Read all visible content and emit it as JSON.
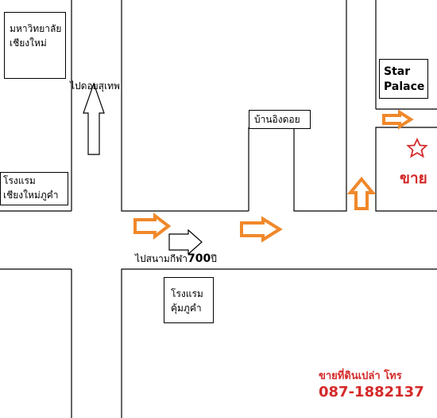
{
  "colors": {
    "road_line": "#000000",
    "route_arrow": "#f0882a",
    "sale_red": "#d42a2a"
  },
  "places": {
    "university": {
      "line1": "มหาวิทยาลัย",
      "line2": "เชียงใหม่"
    },
    "to_doi_suthep": "ไปดอยสุเทพ",
    "hotel_phu_kham": {
      "line1": "โรงแรม",
      "line2": "เชียงใหม่ภูคำ"
    },
    "ban_ing_doi": "บ้านอิงดอย",
    "star_palace": {
      "line1": "Star",
      "line2": "Palace"
    },
    "sale_marker": {
      "icon": "star-icon",
      "text": "ขาย"
    },
    "stadium": {
      "text": "ไปสนามกีฬา",
      "number": "700",
      "suffix": "ปี"
    },
    "hotel_khum_phu_kham": {
      "line1": "โรงแรม",
      "line2": "คุ้มภูคำ"
    }
  },
  "contact": {
    "line1": "ขายที่ดินเปล่า โทร",
    "phone": "087-1882137"
  }
}
